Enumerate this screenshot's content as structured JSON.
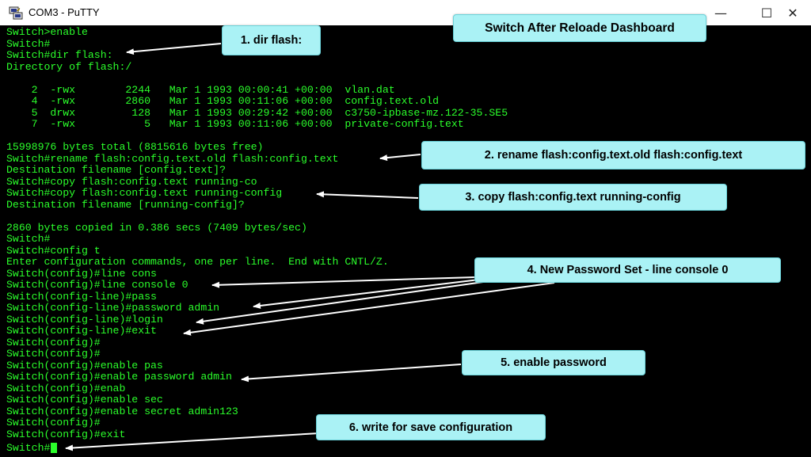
{
  "window": {
    "title": "COM3 - PuTTY",
    "minimize_glyph": "—",
    "maximize_glyph": "☐",
    "close_glyph": "✕"
  },
  "terminal": {
    "text_color": "#2bff2b",
    "background": "#000000",
    "lines": [
      "Switch>enable",
      "Switch#",
      "Switch#dir flash:",
      "Directory of flash:/",
      "",
      "    2  -rwx        2244   Mar 1 1993 00:00:41 +00:00  vlan.dat",
      "    4  -rwx        2860   Mar 1 1993 00:11:06 +00:00  config.text.old",
      "    5  drwx         128   Mar 1 1993 00:29:42 +00:00  c3750-ipbase-mz.122-35.SE5",
      "    7  -rwx           5   Mar 1 1993 00:11:06 +00:00  private-config.text",
      "",
      "15998976 bytes total (8815616 bytes free)",
      "Switch#rename flash:config.text.old flash:config.text",
      "Destination filename [config.text]?",
      "Switch#copy flash:config.text running-co",
      "Switch#copy flash:config.text running-config",
      "Destination filename [running-config]?",
      "",
      "2860 bytes copied in 0.386 secs (7409 bytes/sec)",
      "Switch#",
      "Switch#config t",
      "Enter configuration commands, one per line.  End with CNTL/Z.",
      "Switch(config)#line cons",
      "Switch(config)#line console 0",
      "Switch(config-line)#pass",
      "Switch(config-line)#password admin",
      "Switch(config-line)#login",
      "Switch(config-line)#exit",
      "Switch(config)#",
      "Switch(config)#",
      "Switch(config)#enable pas",
      "Switch(config)#enable password admin",
      "Switch(config)#enab",
      "Switch(config)#enable sec",
      "Switch(config)#enable secret admin123",
      "Switch(config)#",
      "Switch(config)#exit",
      "Switch#"
    ]
  },
  "annotations": {
    "color": "#aaf2f5",
    "header": "Switch After Reloade Dashboard",
    "step1": "1. dir flash:",
    "step2": "2. rename flash:config.text.old flash:config.text",
    "step3": "3. copy flash:config.text running-config",
    "step4": "4. New Password Set - line console 0",
    "step5": "5. enable password",
    "step6": "6. write for save configuration"
  }
}
